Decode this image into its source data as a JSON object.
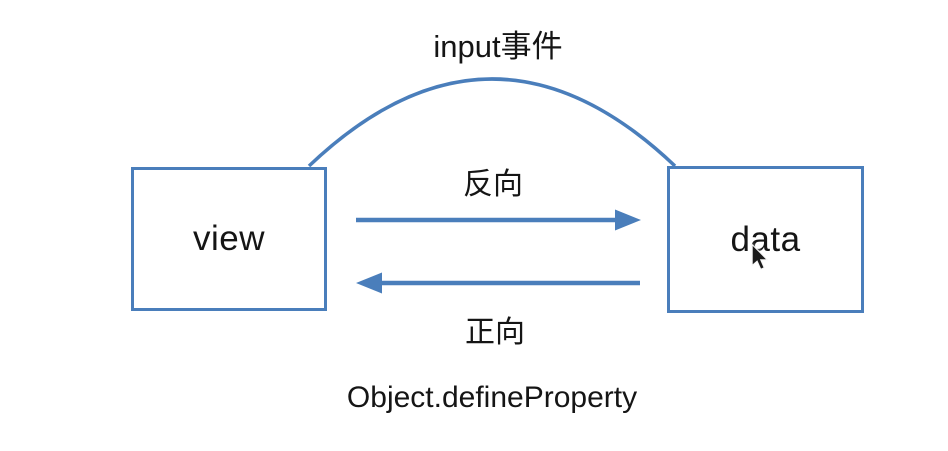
{
  "labels": {
    "input_event": "input事件",
    "backward": "反向",
    "forward": "正向",
    "api": "Object.defineProperty"
  },
  "nodes": {
    "view": {
      "label": "view"
    },
    "data": {
      "label": "data"
    }
  },
  "colors": {
    "shape_blue": "#4a7ebb",
    "text_black": "#151515",
    "background": "#ffffff"
  }
}
